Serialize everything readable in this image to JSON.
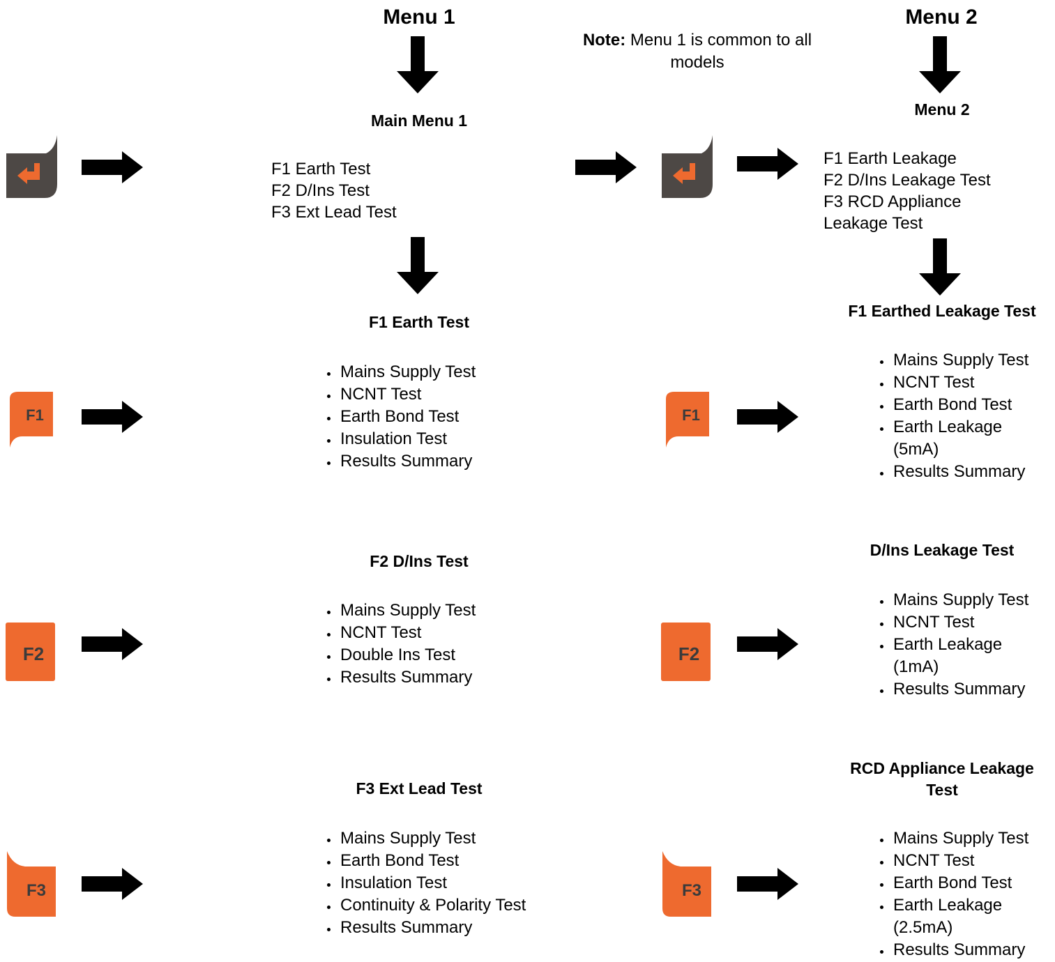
{
  "colors": {
    "orange": "#ee6a2f",
    "dark_key": "#4d4845",
    "arrow": "#000000"
  },
  "icons": {
    "enter_key": "enter-return-icon",
    "f_key": "function-key-icon",
    "arrow": "arrow-icon"
  },
  "header": {
    "menu1_title": "Menu 1",
    "menu2_title": "Menu 2",
    "note_label": "Note:",
    "note_text": " Menu 1 is common to all models"
  },
  "keys": {
    "f1": "F1",
    "f2": "F2",
    "f3": "F3"
  },
  "menu1": {
    "main_title": "Main Menu 1",
    "options": [
      "F1 Earth Test",
      "F2 D/Ins Test",
      "F3 Ext Lead Test"
    ],
    "f1": {
      "title": "F1 Earth Test",
      "items": [
        "Mains Supply Test",
        "NCNT Test",
        "Earth Bond Test",
        "Insulation Test",
        "Results Summary"
      ]
    },
    "f2": {
      "title": "F2 D/Ins Test",
      "items": [
        "Mains Supply Test",
        "NCNT Test",
        "Double Ins Test",
        "Results Summary"
      ]
    },
    "f3": {
      "title": "F3 Ext Lead Test",
      "items": [
        "Mains Supply Test",
        "Earth Bond Test",
        "Insulation Test",
        "Continuity & Polarity Test",
        "Results Summary"
      ]
    }
  },
  "menu2": {
    "main_title": "Menu 2",
    "options": [
      "F1 Earth Leakage",
      "F2 D/Ins Leakage Test",
      "F3 RCD Appliance",
      "Leakage Test"
    ],
    "f1": {
      "title": "F1 Earthed Leakage Test",
      "items": [
        "Mains Supply Test",
        "NCNT Test",
        "Earth Bond Test",
        "Earth Leakage (5mA)",
        "Results Summary"
      ]
    },
    "f2": {
      "title": "D/Ins Leakage Test",
      "items": [
        "Mains Supply Test",
        "NCNT Test",
        "Earth Leakage (1mA)",
        "Results Summary"
      ]
    },
    "f3": {
      "title_line1": "RCD Appliance Leakage",
      "title_line2": "Test",
      "items": [
        "Mains Supply Test",
        "NCNT Test",
        "Earth Bond Test",
        "Earth Leakage (2.5mA)",
        "Results Summary"
      ]
    }
  }
}
